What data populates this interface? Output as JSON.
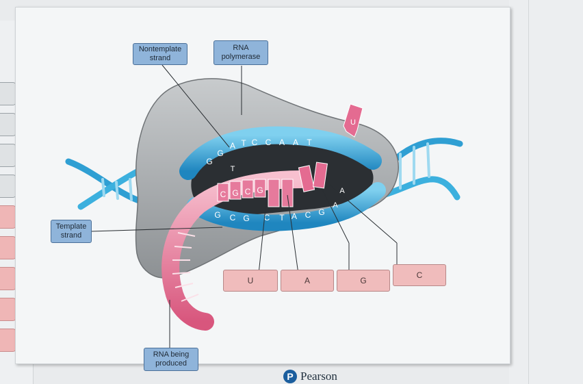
{
  "labels": {
    "nontemplate_strand": "Nontemplate strand",
    "rna_polymerase": "RNA polymerase",
    "template_strand": "Template strand",
    "rna_being_produced": "RNA being produced"
  },
  "nontemplate_bases": [
    "G",
    "G",
    "A",
    "T",
    "C",
    "C",
    "A",
    "A",
    "T"
  ],
  "rna_bases": [
    "C",
    "G",
    "C",
    "G"
  ],
  "template_bases": [
    "G",
    "C",
    "G",
    "C",
    "T",
    "A",
    "C",
    "G"
  ],
  "incoming_nucleotide": "U",
  "extra_bases": [
    "A",
    "A",
    "T"
  ],
  "answer_boxes": [
    "U",
    "A",
    "G",
    "C"
  ],
  "brand": {
    "name": "Pearson",
    "mark": "P"
  },
  "colors": {
    "dna_blue": "#2f9fd3",
    "rna_pink": "#e67a9c",
    "polymerase_gray": "#a9adb0",
    "label_blue": "#8fb4da",
    "answer_pink": "#f0bcbc"
  }
}
